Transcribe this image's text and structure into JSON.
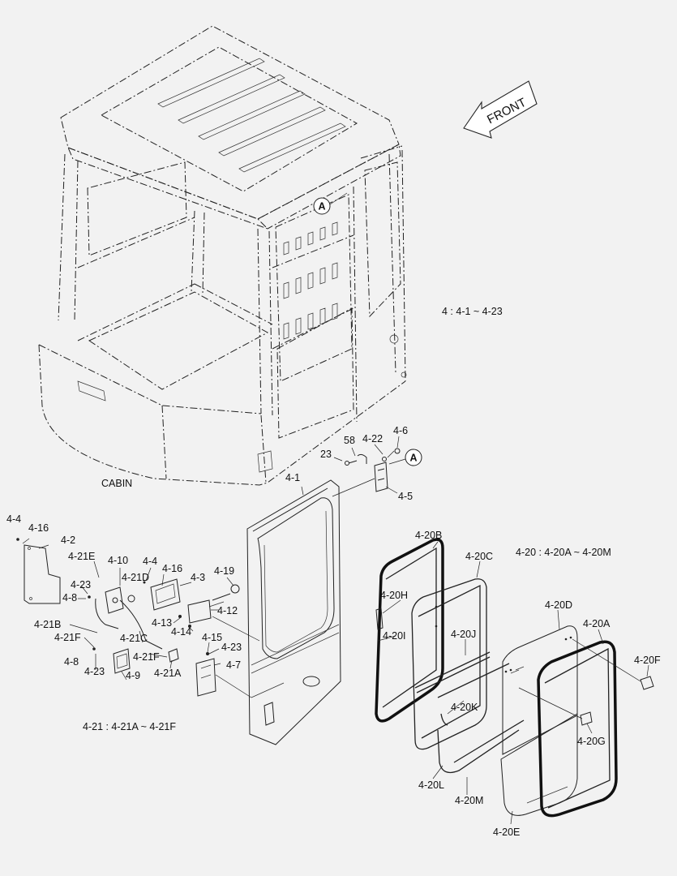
{
  "labels": {
    "front": "FRONT",
    "cabin": "CABIN",
    "ref_a_top": "A",
    "ref_a_bottom": "A",
    "group_4": "4   :  4-1  ~  4-23",
    "group_4_20": "4-20 : 4-20A  ~  4-20M",
    "group_4_21": "4-21 : 4-21A ~ 4-21F"
  },
  "parts": {
    "p4_1": "4-1",
    "p4_2": "4-2",
    "p4_3": "4-3",
    "p4_4a": "4-4",
    "p4_4b": "4-4",
    "p4_5": "4-5",
    "p4_6": "4-6",
    "p4_7": "4-7",
    "p4_8a": "4-8",
    "p4_8b": "4-8",
    "p4_9": "4-9",
    "p4_10": "4-10",
    "p4_12": "4-12",
    "p4_13": "4-13",
    "p4_14": "4-14",
    "p4_15": "4-15",
    "p4_16a": "4-16",
    "p4_16b": "4-16",
    "p4_19": "4-19",
    "p4_22": "4-22",
    "p4_23a": "4-23",
    "p4_23b": "4-23",
    "p4_23c": "4-23",
    "p23": "23",
    "p58": "58",
    "p4_20A": "4-20A",
    "p4_20B": "4-20B",
    "p4_20C": "4-20C",
    "p4_20D": "4-20D",
    "p4_20E": "4-20E",
    "p4_20F": "4-20F",
    "p4_20G": "4-20G",
    "p4_20H": "4-20H",
    "p4_20I": "4-20I",
    "p4_20J": "4-20J",
    "p4_20K": "4-20K",
    "p4_20L": "4-20L",
    "p4_20M": "4-20M",
    "p4_21A": "4-21A",
    "p4_21B": "4-21B",
    "p4_21C": "4-21C",
    "p4_21D": "4-21D",
    "p4_21E": "4-21E",
    "p4_21F": "4-21F",
    "p4_21Fb": "4-21F"
  }
}
